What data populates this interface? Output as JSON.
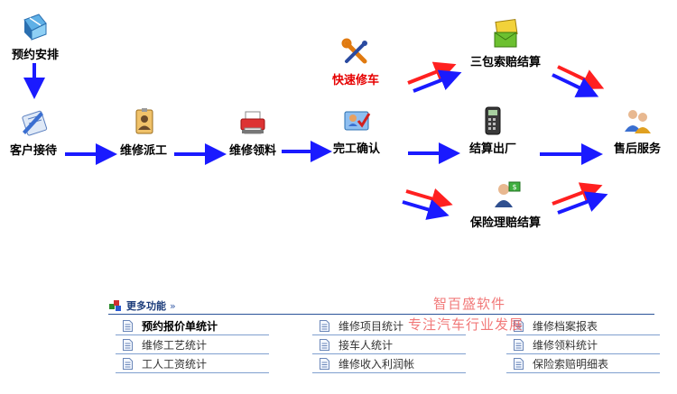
{
  "flow": {
    "yuyue": "预约安排",
    "kehu": "客户接待",
    "paigong": "维修派工",
    "lingliao": "维修领料",
    "kuaisu": "快速修车",
    "wangong": "完工确认",
    "sanbao": "三包索赔结算",
    "jiesuan": "结算出厂",
    "baoxian": "保险理赔结算",
    "shouhou": "售后服务"
  },
  "colors": {
    "blue": "#1a1aff",
    "red": "#ff2020",
    "link_line": "#7f9fcf"
  },
  "more": {
    "title": "更多功能",
    "chevron": "»",
    "items": [
      [
        "预约报价单统计",
        "维修项目统计",
        "维修档案报表"
      ],
      [
        "维修工艺统计",
        "接车人统计",
        "维修领料统计"
      ],
      [
        "工人工资统计",
        "维修收入利润帐",
        "保险索赔明细表"
      ]
    ]
  },
  "watermark": {
    "line1": "智百盛软件",
    "line2": "专注汽车行业发展"
  }
}
